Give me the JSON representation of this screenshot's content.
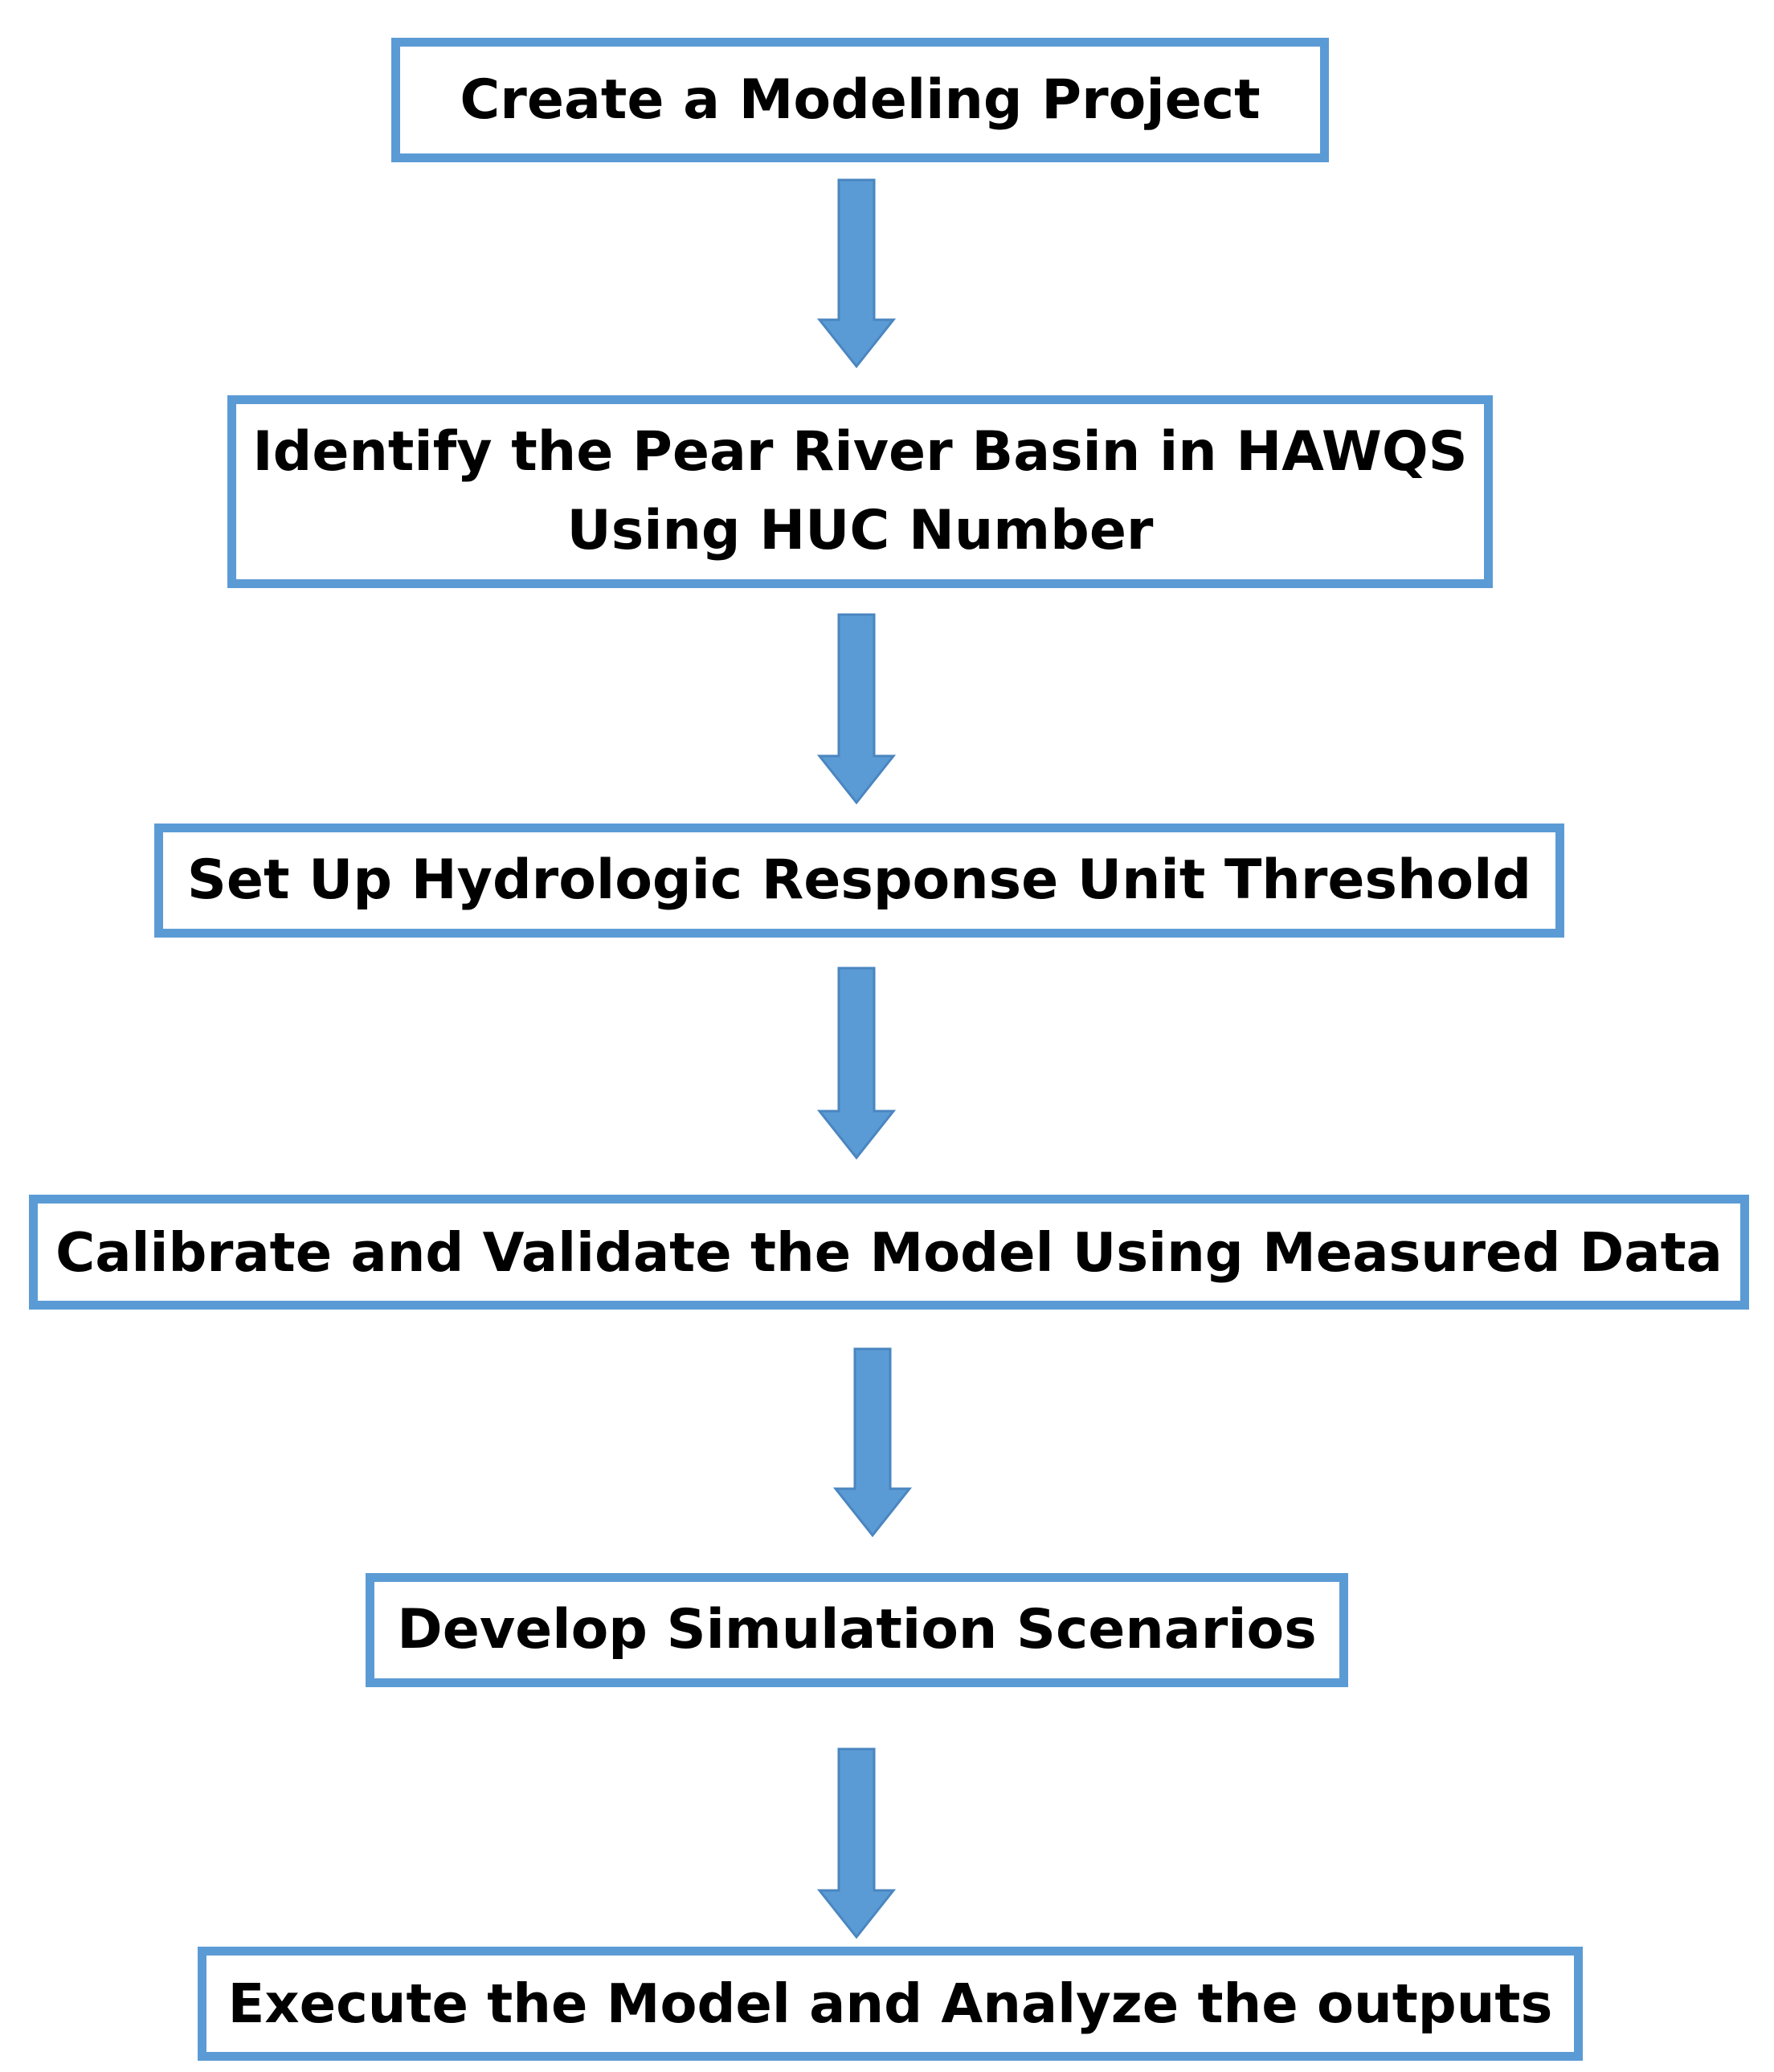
{
  "steps": [
    {
      "id": "step-1",
      "lines": [
        "Create a Modeling Project"
      ]
    },
    {
      "id": "step-2",
      "lines": [
        "Identify the Pear River Basin in HAWQS",
        "Using HUC Number"
      ]
    },
    {
      "id": "step-3",
      "lines": [
        "Set Up Hydrologic Response Unit Threshold"
      ]
    },
    {
      "id": "step-4",
      "lines": [
        "Calibrate and Validate the Model Using Measured Data"
      ]
    },
    {
      "id": "step-5",
      "lines": [
        "Develop Simulation Scenarios"
      ]
    },
    {
      "id": "step-6",
      "lines": [
        "Execute the Model and Analyze the outputs"
      ]
    }
  ],
  "colors": {
    "box_border": "#5b9bd5",
    "arrow_fill": "#5b9bd5",
    "arrow_stroke": "#4a86c0",
    "text": "#000000"
  }
}
